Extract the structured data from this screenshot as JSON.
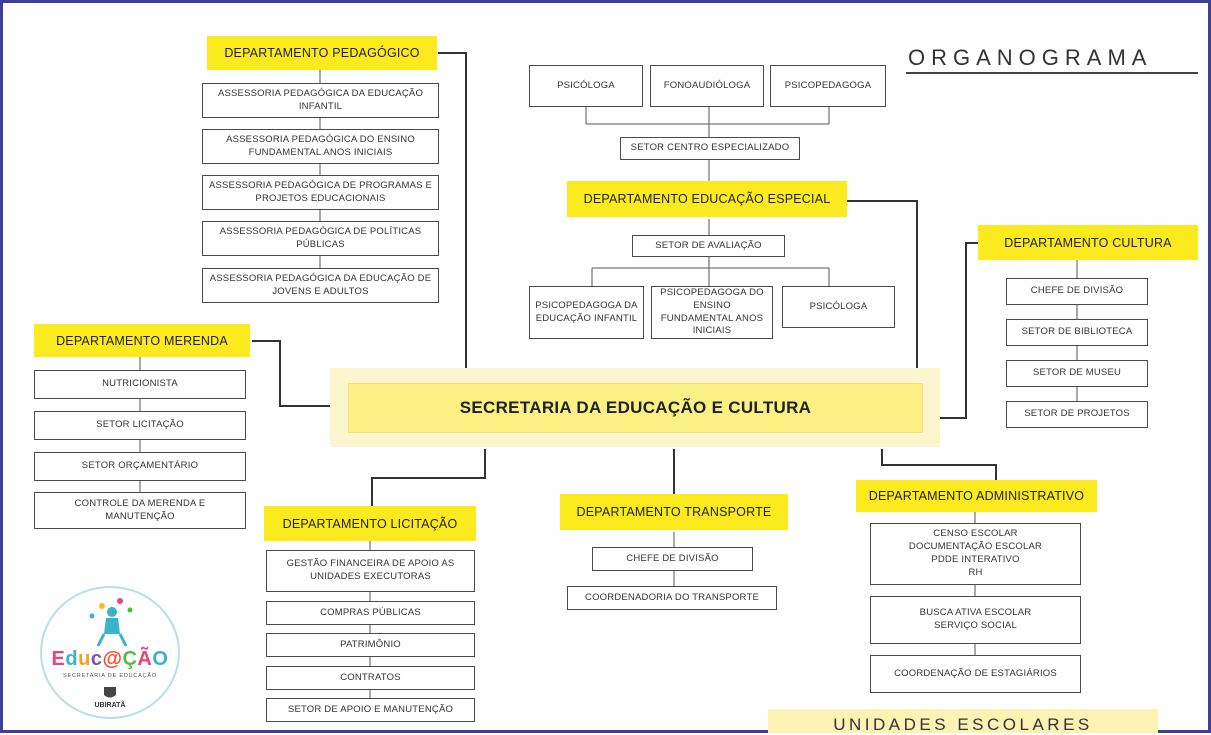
{
  "title": "ORGANOGRAMA",
  "central": "SECRETARIA DA EDUCAÇÃO E CULTURA",
  "pedagogico": {
    "dept": "DEPARTAMENTO PEDAGÓGICO",
    "items": [
      "ASSESSORIA PEDAGÓGICA DA EDUCAÇÃO INFANTIL",
      "ASSESSORIA PEDAGÓGICA DO ENSINO FUNDAMENTAL ANOS INICIAIS",
      "ASSESSORIA PEDAGÓGICA DE PROGRAMAS E PROJETOS EDUCACIONAIS",
      "ASSESSORIA PEDAGÓGICA DE POLÍTICAS PÚBLICAS",
      "ASSESSORIA PEDAGÓGICA DA EDUCAÇÃO DE JOVENS E ADULTOS"
    ]
  },
  "especial": {
    "top": [
      "PSICÓLOGA",
      "FONOAUDIÓLOGA",
      "PSICOPEDAGOGA"
    ],
    "centro": "SETOR CENTRO ESPECIALIZADO",
    "dept": "DEPARTAMENTO EDUCAÇÃO ESPECIAL",
    "avaliacao": "SETOR DE AVALIAÇÃO",
    "bottom": [
      "PSICOPEDAGOGA DA EDUCAÇÃO INFANTIL",
      "PSICOPEDAGOGA DO ENSINO FUNDAMENTAL ANOS INICIAIS",
      "PSICÓLOGA"
    ]
  },
  "cultura": {
    "dept": "DEPARTAMENTO CULTURA",
    "items": [
      "CHEFE DE DIVISÃO",
      "SETOR DE BIBLIOTECA",
      "SETOR DE MUSEU",
      "SETOR DE PROJETOS"
    ]
  },
  "merenda": {
    "dept": "DEPARTAMENTO MERENDA",
    "items": [
      "NUTRICIONISTA",
      "SETOR LICITAÇÃO",
      "SETOR ORÇAMENTÁRIO",
      "CONTROLE DA MERENDA E MANUTENÇÃO"
    ]
  },
  "licitacao": {
    "dept": "DEPARTAMENTO LICITAÇÃO",
    "items": [
      "GESTÃO FINANCEIRA DE APOIO AS UNIDADES EXECUTORAS",
      "COMPRAS PÚBLICAS",
      "PATRIMÔNIO",
      "CONTRATOS",
      "SETOR DE APOIO E MANUTENÇÃO"
    ]
  },
  "transporte": {
    "dept": "DEPARTAMENTO TRANSPORTE",
    "items": [
      "CHEFE DE DIVISÃO",
      "COORDENADORIA DO TRANSPORTE"
    ]
  },
  "administrativo": {
    "dept": "DEPARTAMENTO ADMINISTRATIVO",
    "items": [
      "CENSO ESCOLAR\nDOCUMENTAÇÃO ESCOLAR\nPDDE INTERATIVO\nRH",
      "BUSCA ATIVA ESCOLAR\nSERVIÇO SOCIAL",
      "COORDENAÇÃO DE ESTAGIÁRIOS"
    ]
  },
  "unidades": "UNIDADES ESCOLARES",
  "logo": {
    "text": "Educ@ÇÃO",
    "subtitle": "SECRETARIA DE EDUCAÇÃO",
    "city": "UBIRATÃ",
    "letter_colors": [
      "#e8457a",
      "#3ab3c9",
      "#f4a21c",
      "#7a4fb5",
      "#f0522f",
      "#59b947",
      "#e8457a",
      "#3ab3c9"
    ]
  },
  "colors": {
    "dept_fill": "#fbea1d",
    "central_fill": "#fbf083",
    "line": "#333333",
    "frame": "#3f3f9b"
  }
}
